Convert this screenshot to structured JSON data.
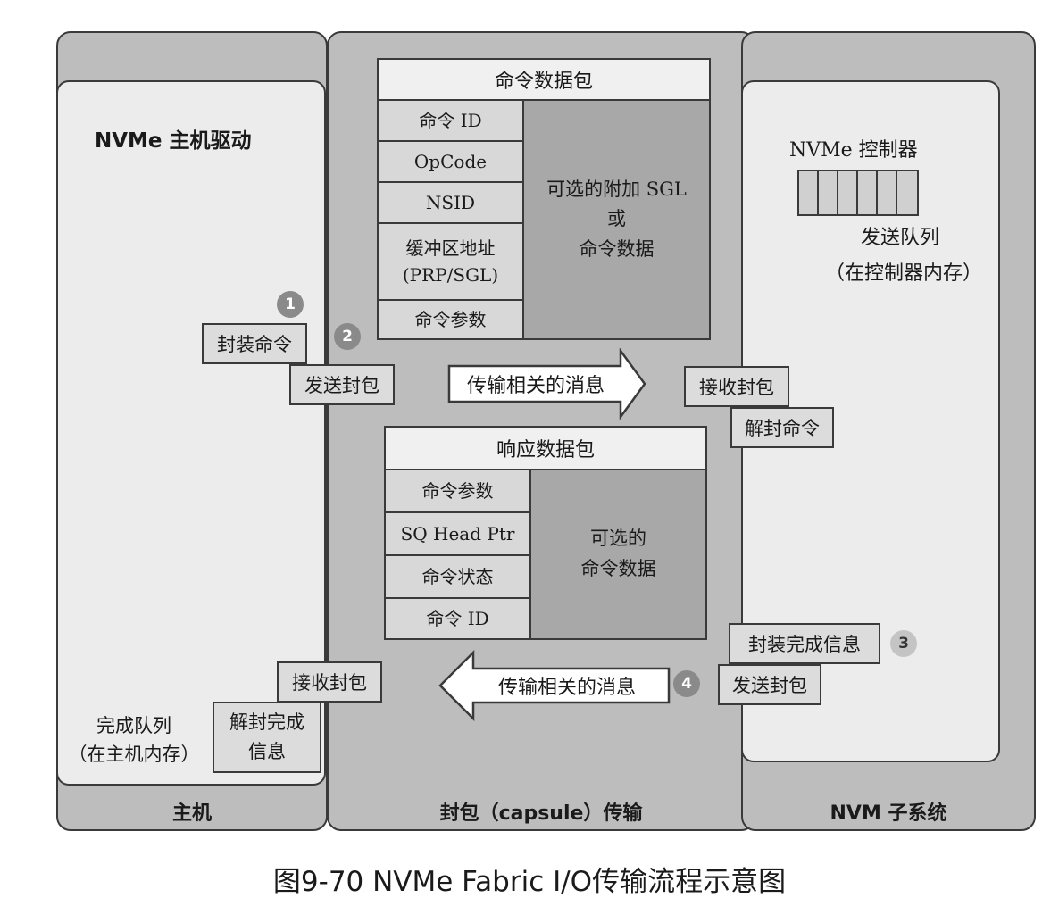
{
  "host": {
    "title": "NVMe 主机驱动",
    "column_label": "主机",
    "encap_command": "封装命令",
    "send_packet": "发送封包",
    "receive_packet": "接收封包",
    "decap_completion": "解封完成信息",
    "cq_line1": "完成队列",
    "cq_line2": "（在主机内存）"
  },
  "transport": {
    "column_label": "封包（capsule）传输",
    "arrow_right": "传输相关的消息",
    "arrow_left": "传输相关的消息"
  },
  "command_capsule": {
    "title": "命令数据包",
    "fields": [
      "命令 ID",
      "OpCode",
      "NSID",
      "缓冲区地址 (PRP/SGL)",
      "命令参数"
    ],
    "side_line1": "可选的附加 SGL",
    "side_line2": "或",
    "side_line3": "命令数据"
  },
  "response_capsule": {
    "title": "响应数据包",
    "fields": [
      "命令参数",
      "SQ Head Ptr",
      "命令状态",
      "命令 ID"
    ],
    "side_line1": "可选的",
    "side_line2": "命令数据"
  },
  "subsystem": {
    "column_label": "NVM 子系统",
    "controller": "NVMe 控制器",
    "sq_line1": "发送队列",
    "sq_line2": "（在控制器内存）",
    "receive_packet": "接收封包",
    "decap_command": "解封命令",
    "encap_completion": "封装完成信息",
    "send_packet": "发送封包"
  },
  "steps": [
    "1",
    "2",
    "3",
    "4"
  ],
  "caption": "图9-70 NVMe Fabric I/O传输流程示意图"
}
